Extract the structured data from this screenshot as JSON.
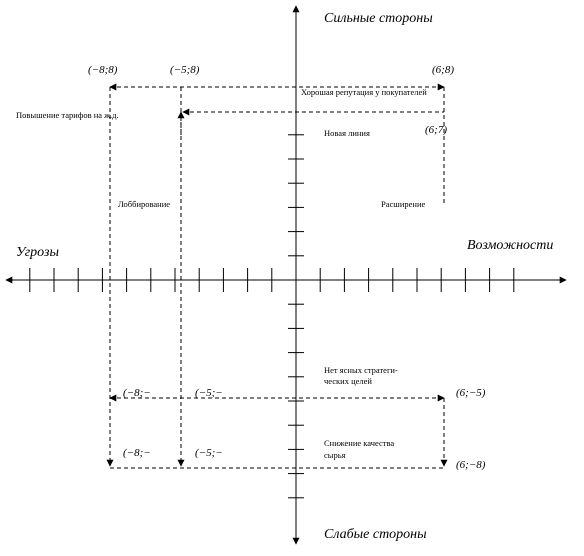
{
  "axes": {
    "top": "Сильные стороны",
    "bottom": "Слабые стороны",
    "left": "Угрозы",
    "right": "Возможности"
  },
  "coords": {
    "c1": "(−8;8)",
    "c2": "(−5;8)",
    "c3": "(6;8)",
    "c4": "(6;7)",
    "c5": "(−8;−",
    "c6": "(−5;−",
    "c7": "(6;−5)",
    "c8": "(−8;−",
    "c9": "(−5;−",
    "c10": "(6;−8)"
  },
  "labels": {
    "reputation": "Хорошая репутация у покупателей",
    "tariffs": "Повышение тарифов на ж.д.",
    "new_line": "Новая линия",
    "lobbying": "Лоббирование",
    "expansion": "Расширение",
    "no_strategy_1": "Нет ясных стратеги-",
    "no_strategy_2": "ческих целей",
    "quality_1": "Снижение качества",
    "quality_2": "сырья"
  }
}
